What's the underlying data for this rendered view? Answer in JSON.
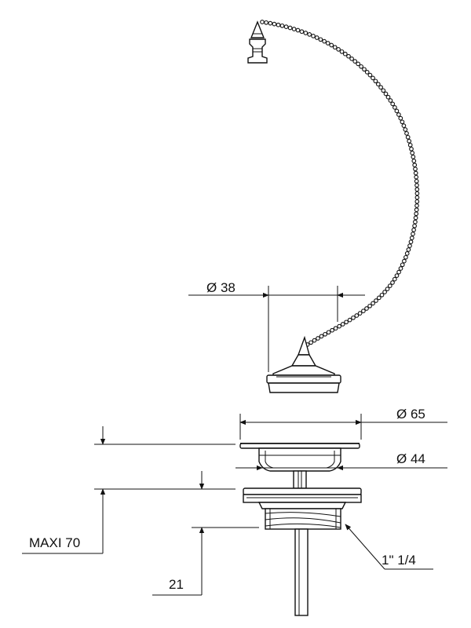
{
  "diagram": {
    "dimensions": {
      "stopper_diameter": "Ø 38",
      "flange_diameter": "Ø 65",
      "basket_diameter": "Ø 44",
      "thread_size": "1\" 1/4",
      "max_thickness": "MAXI 70",
      "tail_length": "21"
    }
  }
}
